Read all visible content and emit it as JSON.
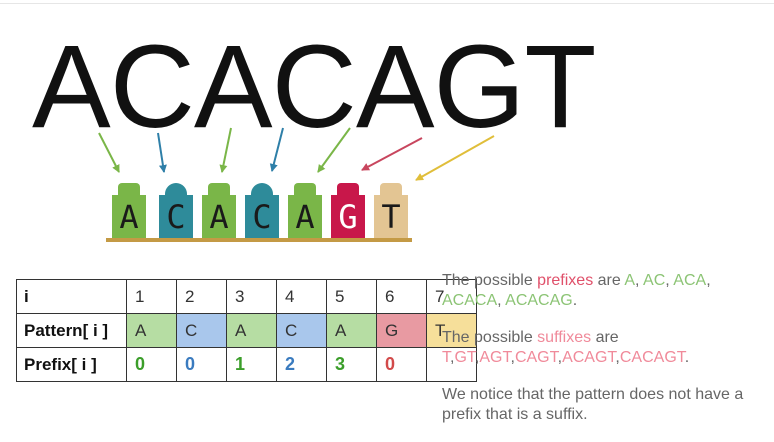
{
  "word": "ACACAGT",
  "letters": [
    "A",
    "C",
    "A",
    "C",
    "A",
    "G",
    "T"
  ],
  "colors": {
    "green": "#7ab648",
    "teal": "#2e8b9a",
    "crimson": "#c8174a",
    "tan": "#e3c593",
    "prefix_word": "#e0506a",
    "suffix_word": "#f08a9a",
    "cell_green": "#b6dda3",
    "cell_blue": "#a9c7ec",
    "cell_red": "#e89aa2",
    "cell_yellow": "#f6df9a",
    "num_green": "#3b9e2a",
    "num_blue": "#3a7bbf",
    "num_red": "#d24a4a"
  },
  "table": {
    "header_i": "i",
    "header_pattern": "Pattern[ i ]",
    "header_prefix": "Prefix[ i ]",
    "indices": [
      "1",
      "2",
      "3",
      "4",
      "5",
      "6",
      "7"
    ],
    "pattern": [
      "A",
      "C",
      "A",
      "C",
      "A",
      "G",
      "T"
    ],
    "prefix": [
      "0",
      "0",
      "1",
      "2",
      "3",
      "0",
      ""
    ]
  },
  "notes": {
    "p1_a": "The possible ",
    "p1_word": "prefixes",
    "p1_b": " are ",
    "prefix_items": [
      "A",
      "AC",
      "ACA",
      "ACACA",
      "ACACAG"
    ],
    "p2_a": "The possible ",
    "p2_word": "suffixes",
    "p2_b": " are",
    "suffix_items": [
      "T",
      "GT",
      "AGT",
      "CAGT",
      "ACAGT",
      "CACAGT"
    ],
    "p3": "We notice that the pattern does not have a prefix that is a suffix."
  }
}
